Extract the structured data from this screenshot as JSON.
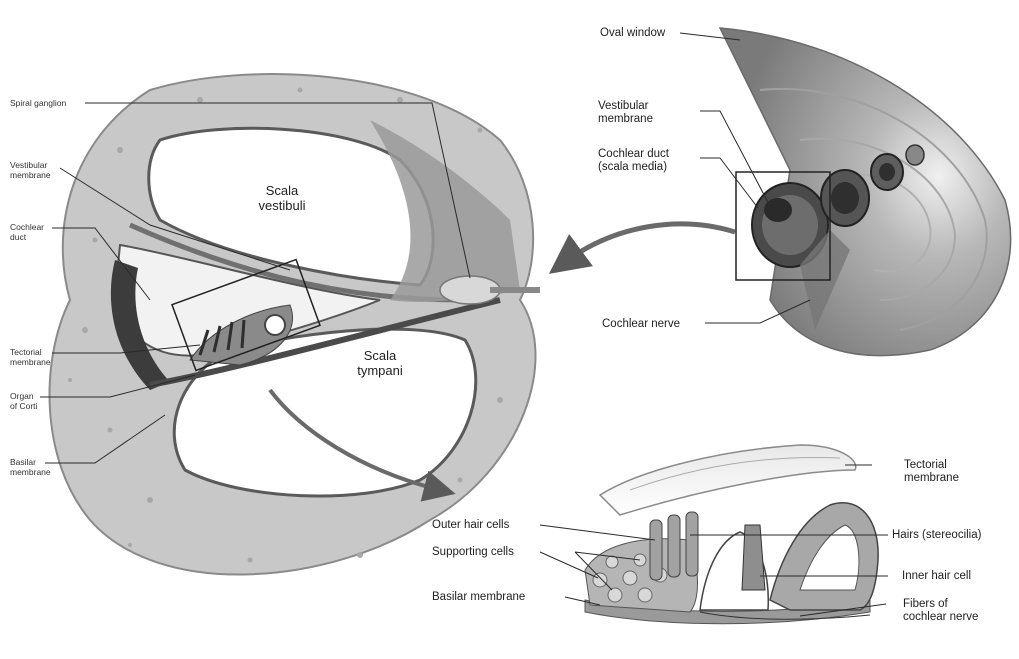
{
  "panels": {
    "cross_section": {
      "spiral_ganglion": "Spiral ganglion",
      "vestibular_membrane": "Vestibular\nmembrane",
      "cochlear_duct": "Cochlear\nduct",
      "tectorial_membrane": "Tectorial\nmembrane",
      "organ_of_corti": "Organ\nof Corti",
      "basilar_membrane": "Basilar\nmembrane",
      "scala_vestibuli": "Scala\nvestibuli",
      "scala_tympani": "Scala\ntympani"
    },
    "cochlea": {
      "oval_window": "Oval window",
      "vestibular_membrane": "Vestibular\nmembrane",
      "cochlear_duct": "Cochlear duct\n(scala media)",
      "cochlear_nerve": "Cochlear nerve"
    },
    "organ_detail": {
      "tectorial_membrane": "Tectorial\nmembrane",
      "hairs": "Hairs (stereocilia)",
      "inner_hair_cell": "Inner hair cell",
      "fibers": "Fibers of\ncochlear nerve",
      "outer_hair_cells": "Outer hair cells",
      "supporting_cells": "Supporting cells",
      "basilar_membrane": "Basilar membrane"
    }
  },
  "colors": {
    "bone": "#c9c9c9",
    "cavity": "#ffffff",
    "membrane": "#6e6e6e",
    "dark_tissue": "#3a3a3a",
    "cochlea_shell": "#8c8c8c",
    "leader_line": "#2a2a2a"
  }
}
